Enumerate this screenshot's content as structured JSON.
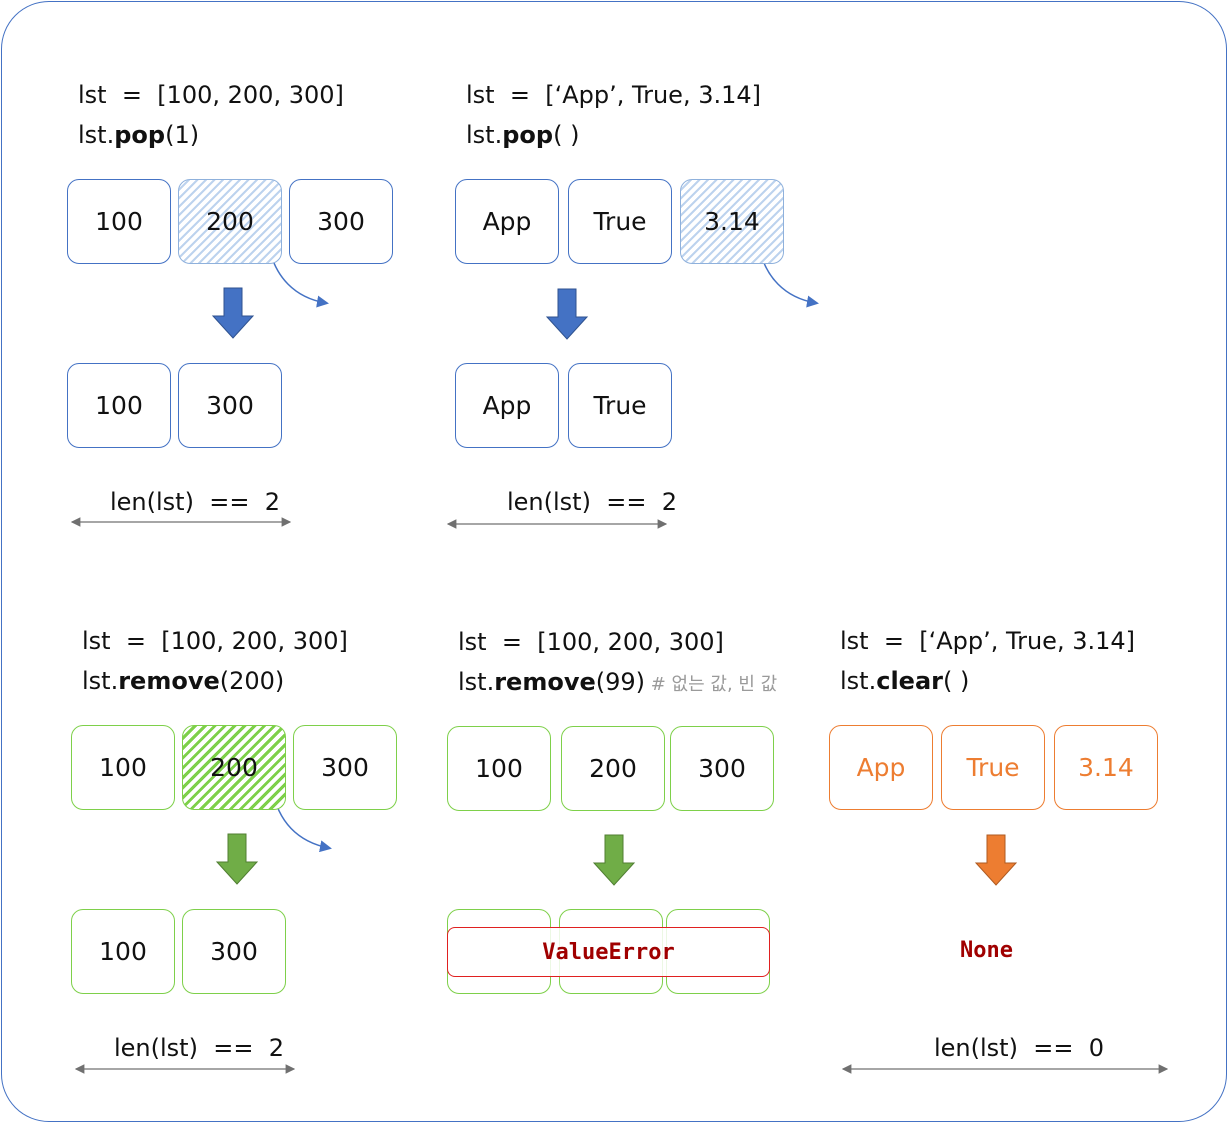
{
  "colors": {
    "blue": "#4472c4",
    "green": "#70ad47",
    "orange": "#ed7d31",
    "error": "#a00000",
    "frame": "#4472c4"
  },
  "panels": {
    "pop_index": {
      "line1": "lst  =  [100, 200, 300]",
      "line2_prefix": "lst.",
      "line2_method": "pop",
      "line2_args": "(1)",
      "before": [
        "100",
        "200",
        "300"
      ],
      "removed_index": 1,
      "after": [
        "100",
        "300"
      ],
      "length": "len(lst)  ==  2"
    },
    "pop_last": {
      "line1": "lst  =  [‘App’, True, 3.14]",
      "line2_prefix": "lst.",
      "line2_method": "pop",
      "line2_args": "( )",
      "before": [
        "App",
        "True",
        "3.14"
      ],
      "removed_index": 2,
      "after": [
        "App",
        "True"
      ],
      "length": "len(lst)  ==  2"
    },
    "remove_value": {
      "line1": "lst  =  [100, 200, 300]",
      "line2_prefix": "lst.",
      "line2_method": "remove",
      "line2_args": "(200)",
      "before": [
        "100",
        "200",
        "300"
      ],
      "removed_index": 1,
      "after": [
        "100",
        "300"
      ],
      "length": "len(lst)  ==  2"
    },
    "remove_missing": {
      "line1": "lst  =  [100, 200, 300]",
      "line2_prefix": "lst.",
      "line2_method": "remove",
      "line2_args": "(99)",
      "comment": " # 없는 값, 빈 값",
      "before": [
        "100",
        "200",
        "300"
      ],
      "result": "ValueError"
    },
    "clear": {
      "line1": "lst  =  [‘App’, True, 3.14]",
      "line2_prefix": "lst.",
      "line2_method": "clear",
      "line2_args": "( )",
      "before": [
        "App",
        "True",
        "3.14"
      ],
      "result": "None",
      "length": "len(lst)  ==  0"
    }
  }
}
